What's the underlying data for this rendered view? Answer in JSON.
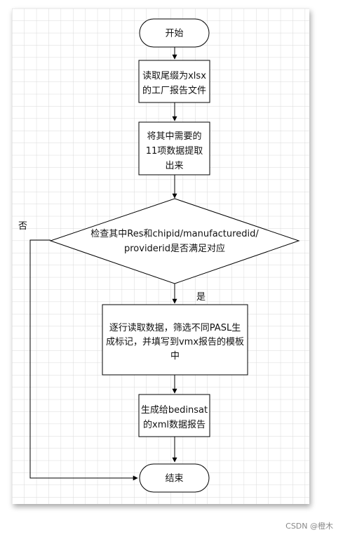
{
  "nodes": {
    "start": "开始",
    "read_file": [
      "读取尾缀为xlsx",
      "的工厂报告文件"
    ],
    "extract": [
      "将其中需要的",
      "11项数据提取",
      "出来"
    ],
    "check": [
      "检查其中Res和chipid/manufacturedid/",
      "providerid是否满足对应"
    ],
    "process": [
      "逐行读取数据，筛选不同PASL生",
      "成标记，并填写到vmx报告的模板",
      "中"
    ],
    "generate": [
      "生成给bedinsat",
      "的xml数据报告"
    ],
    "end": "结束"
  },
  "labels": {
    "no": "否",
    "yes": "是"
  },
  "watermark": "CSDN @橙木",
  "colors": {
    "line": "#000000",
    "grid": "#d9d9d9",
    "node_fill": "#ffffff"
  }
}
